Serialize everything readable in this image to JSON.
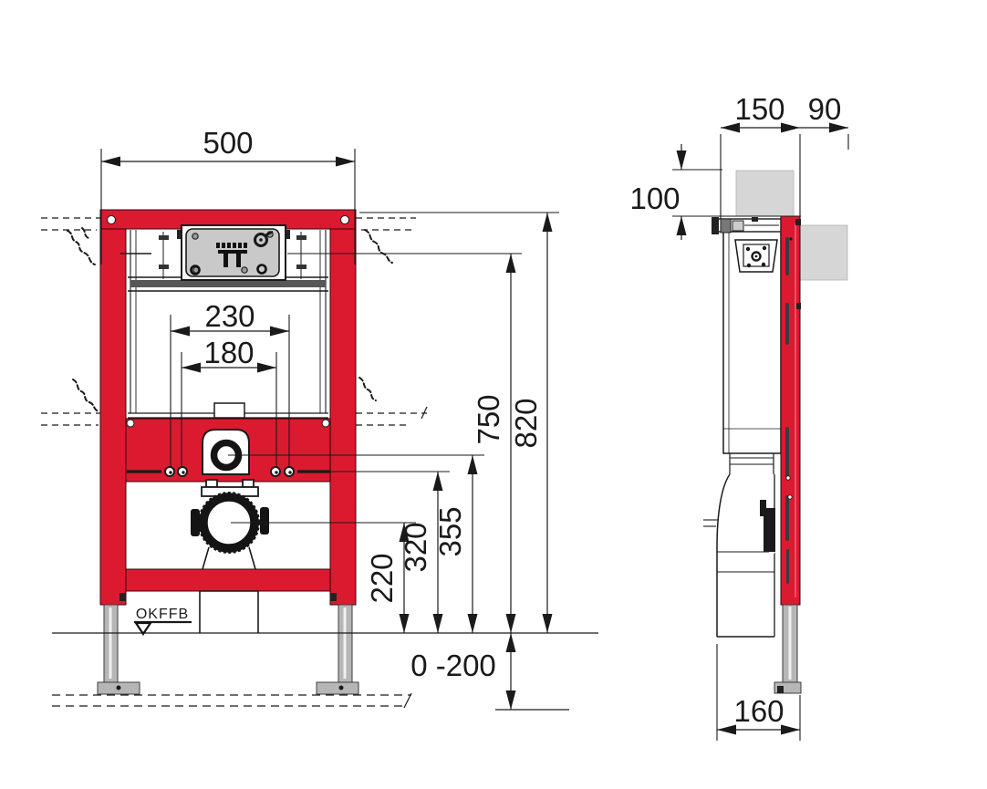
{
  "front_view": {
    "dims": {
      "width": "500",
      "spread_outer": "230",
      "spread_inner": "180",
      "flush_center_height": "750",
      "frame_height": "820",
      "plate_line_height": "355",
      "bolt_line_height": "320",
      "drain_center_height": "220",
      "floor_adjust_range": "0 -200"
    },
    "floor_label": "OKFFB"
  },
  "side_view": {
    "dims": {
      "frame_depth": "150",
      "rear_offset": "90",
      "top_clearance": "100",
      "base_depth": "160"
    }
  },
  "colors": {
    "frame-red": "#db1a30",
    "panel-gray": "#c9c9c9",
    "wall-gray": "#d6d6d6",
    "leg-gray": "#b6b6b6",
    "line-dark": "#1a1a1a"
  }
}
